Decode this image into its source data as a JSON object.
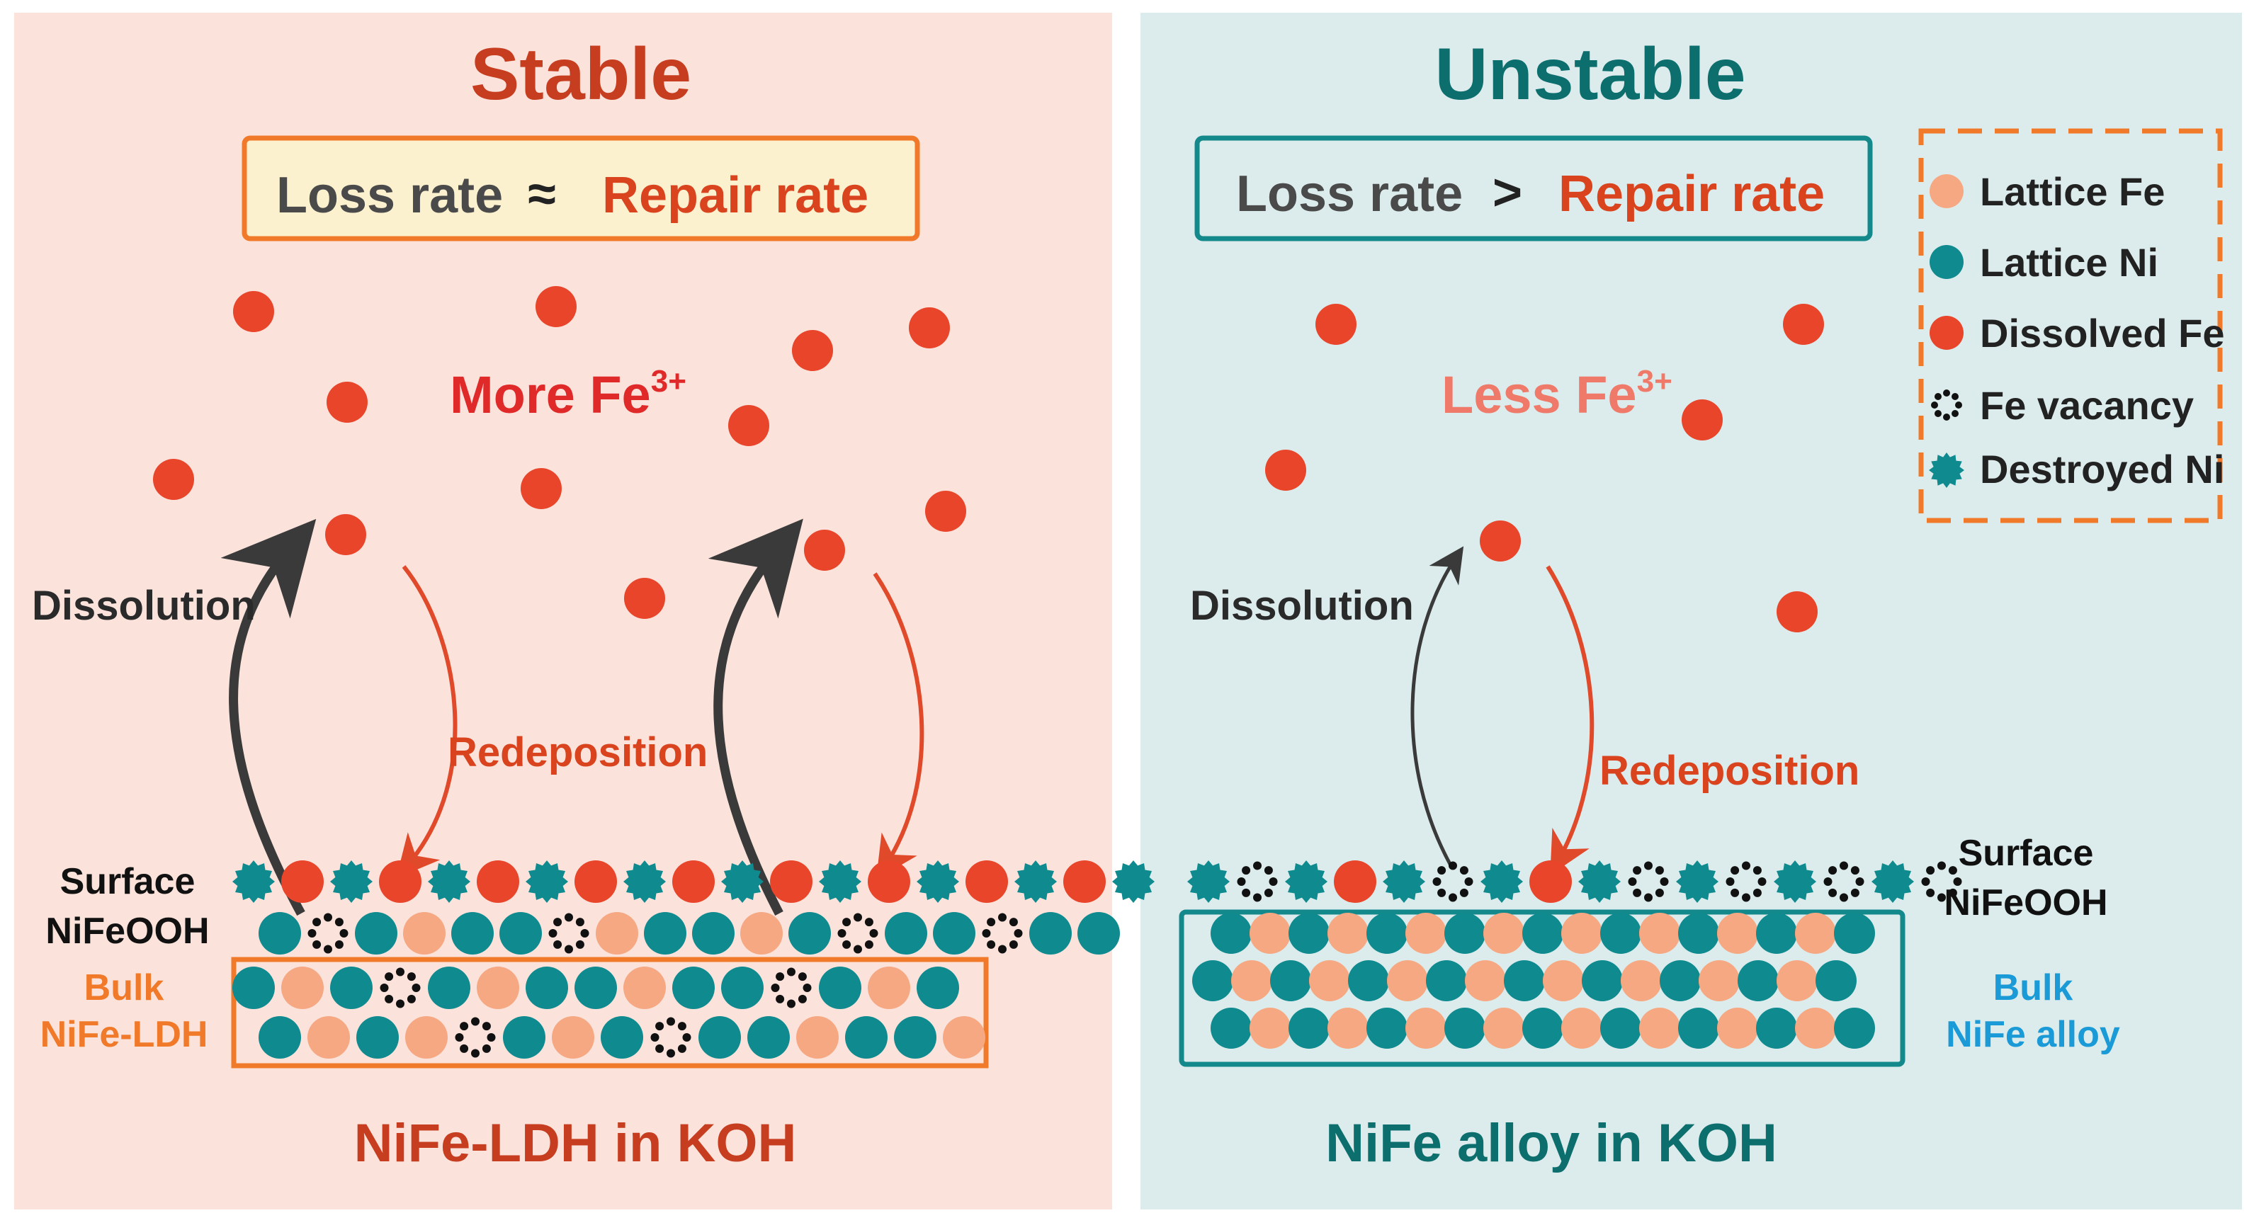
{
  "colors": {
    "left_panel_bg": "#fbe3dc",
    "right_panel_bg": "#dcecec",
    "lattice_fe": "#f6a882",
    "lattice_ni": "#0f8a8f",
    "dissolved_fe": "#e8452a",
    "vacancy": "#111111",
    "destroyed_ni": "#0f8a8f",
    "stable_title": "#c63d1f",
    "unstable_title": "#0d6e6e",
    "repair_text": "#d9441f",
    "more_fe_text": "#e02a2a",
    "less_fe_text": "#ef7a6a",
    "bulk_ldh_text": "#f07a2a",
    "bulk_alloy_text": "#1a9ad6",
    "dissolution_arrow": "#3a3a3a",
    "redeposition_arrow": "#e04a2a",
    "orange_box": "#f07a2a",
    "teal_box": "#14898c"
  },
  "left": {
    "title": "Stable",
    "rate_loss": "Loss rate",
    "rate_symbol": "≈",
    "rate_repair": "Repair rate",
    "fe_label": "More Fe",
    "fe_sup": "3+",
    "dissolution": "Dissolution",
    "redeposition": "Redeposition",
    "surface_line1": "Surface",
    "surface_line2": "NiFeOOH",
    "bulk_line1": "Bulk",
    "bulk_line2": "NiFe-LDH",
    "caption": "NiFe-LDH in KOH"
  },
  "right": {
    "title": "Unstable",
    "rate_loss": "Loss rate",
    "rate_symbol": ">",
    "rate_repair": "Repair rate",
    "fe_label": "Less Fe",
    "fe_sup": "3+",
    "dissolution": "Dissolution",
    "redeposition": "Redeposition",
    "surface_line1": "Surface",
    "surface_line2": "NiFeOOH",
    "bulk_line1": "Bulk",
    "bulk_line2": "NiFe alloy",
    "caption": "NiFe alloy in KOH"
  },
  "legend": {
    "items": [
      {
        "label": "Lattice Fe",
        "icon": "lattice-fe-icon"
      },
      {
        "label": "Lattice Ni",
        "icon": "lattice-ni-icon"
      },
      {
        "label": "Dissolved Fe",
        "icon": "dissolved-fe-icon"
      },
      {
        "label": "Fe vacancy",
        "icon": "fe-vacancy-icon"
      },
      {
        "label": "Destroyed Ni",
        "icon": "destroyed-ni-icon"
      }
    ]
  }
}
